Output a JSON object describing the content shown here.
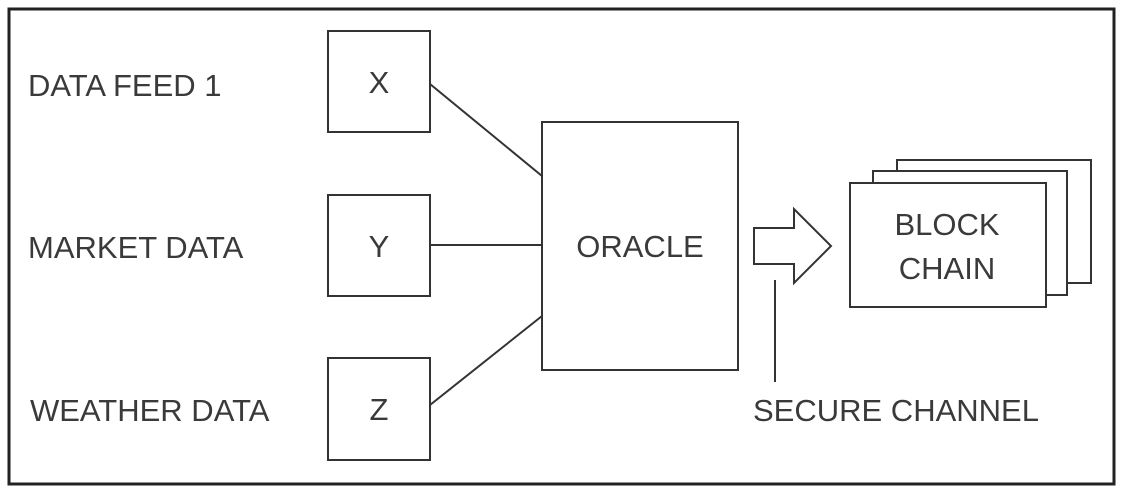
{
  "feeds": [
    {
      "label": "DATA FEED 1",
      "symbol": "X"
    },
    {
      "label": "MARKET DATA",
      "symbol": "Y"
    },
    {
      "label": "WEATHER DATA",
      "symbol": "Z"
    }
  ],
  "oracle": {
    "label": "ORACLE"
  },
  "blockchain": {
    "line1": "BLOCK",
    "line2": "CHAIN"
  },
  "channel": {
    "label": "SECURE CHANNEL"
  },
  "colors": {
    "stroke": "#333333",
    "text": "#3a3a3a",
    "background": "#ffffff"
  }
}
